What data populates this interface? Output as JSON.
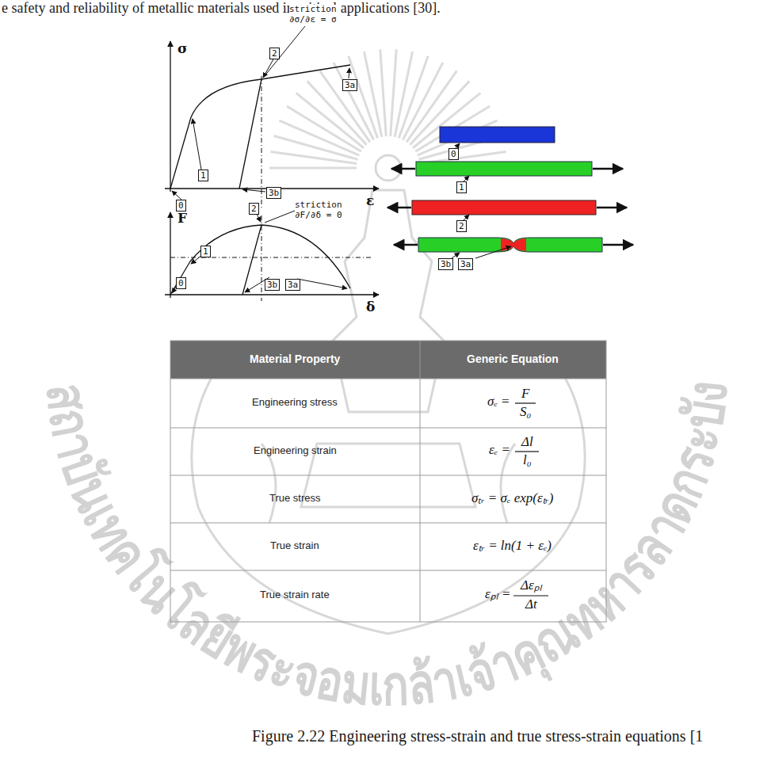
{
  "diagram": {
    "caption": "Figure 2.22 Engineering stress-strain and true stress-strain equations [1",
    "labels": [
      "e safety and reliability of metallic materials used in critical applications [30].",
      "σ",
      "ε",
      "striction",
      "∂σ/∂ε = σ",
      "2",
      "3a",
      "0",
      "1",
      "3b",
      "F",
      "δ",
      "2",
      "striction",
      "∂F/∂δ = 0",
      "0",
      "1",
      "3b",
      "3a",
      "0",
      "1",
      "2",
      "3b",
      "3a",
      "Material Property",
      "Generic Equation",
      "Engineering stress",
      "σₑ =",
      "F",
      "S₀",
      "Engineering strain",
      "εₑ =",
      "Δl",
      "l₀",
      "True stress",
      "σₜᵣ = σₑ exp(εₜᵣ)",
      "True strain",
      "εₜᵣ = ln(1 + εₑ)",
      "True strain rate",
      "εₚₗ =",
      "Δεₚₗ",
      "Δt",
      "สถาบันเทคโนโลยีพระจอมเกล้าเจ้าคุณทหารลาดกระบัง"
    ]
  }
}
